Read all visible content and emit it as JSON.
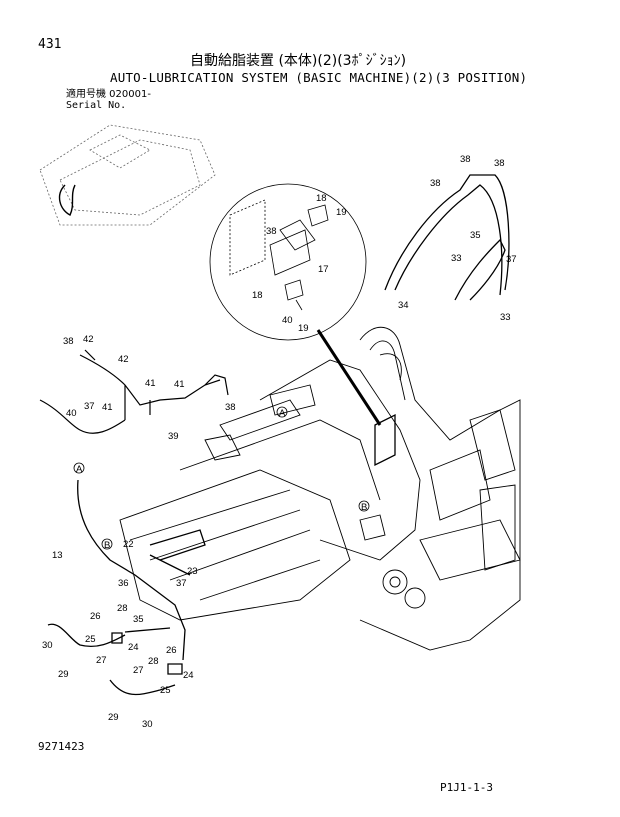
{
  "header": {
    "page_number": "431",
    "title_jp": "自動給脂装置 (本体)(2)(3ﾎﾟｼﾞｼｮﾝ)",
    "title_en": "AUTO-LUBRICATION SYSTEM (BASIC MACHINE)(2)(3 POSITION)",
    "applicability_jp": "適用号機 020001-",
    "serial_label": "Serial No."
  },
  "footer": {
    "drawing_number": "9271423",
    "page_code": "P1J1-1-3"
  },
  "callouts": {
    "inset": [
      "18",
      "19",
      "38",
      "17",
      "18",
      "40",
      "19"
    ],
    "upper_right": [
      "38",
      "38",
      "38",
      "35",
      "37",
      "33",
      "34",
      "33"
    ],
    "left_harness": [
      "38",
      "42",
      "42",
      "41",
      "41",
      "38",
      "40",
      "37",
      "41",
      "39"
    ],
    "connectors": [
      "A",
      "A",
      "B",
      "B"
    ],
    "lower_left": [
      "13",
      "22",
      "23",
      "36",
      "37",
      "26",
      "28",
      "35",
      "25",
      "24",
      "27",
      "30",
      "29",
      "26",
      "28",
      "27",
      "24",
      "25",
      "29",
      "30"
    ]
  },
  "colors": {
    "line": "#000000",
    "background": "#ffffff"
  }
}
